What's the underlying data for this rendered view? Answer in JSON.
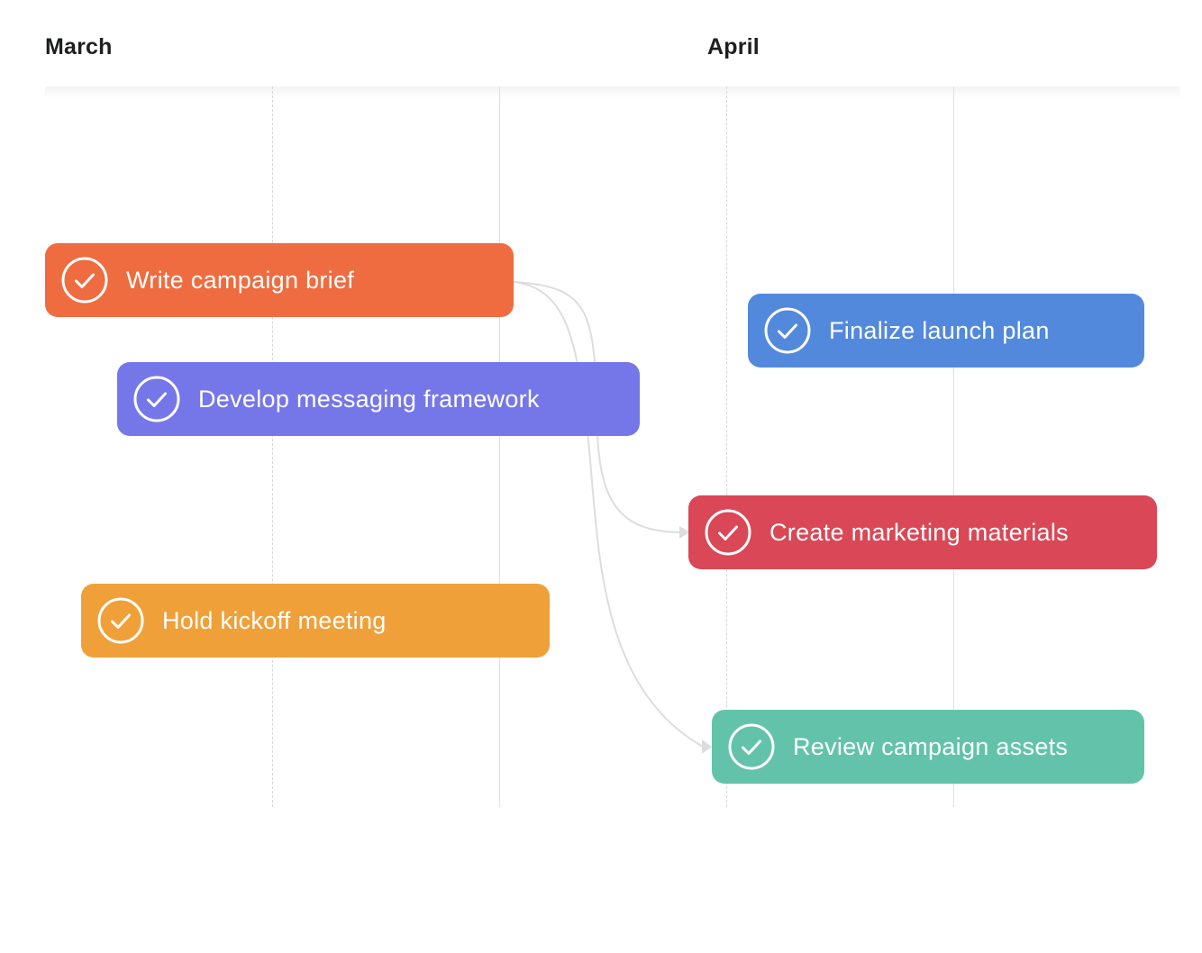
{
  "timeline": {
    "months": [
      {
        "label": "March"
      },
      {
        "label": "April"
      }
    ]
  },
  "tasks": [
    {
      "label": "Write campaign brief",
      "color": "#ee6c3f",
      "icon": "check-circle-icon"
    },
    {
      "label": "Develop messaging framework",
      "color": "#7577e9",
      "icon": "check-circle-icon"
    },
    {
      "label": "Hold kickoff meeting",
      "color": "#f0a038",
      "icon": "check-circle-icon"
    },
    {
      "label": "Finalize launch plan",
      "color": "#5289dc",
      "icon": "check-circle-icon"
    },
    {
      "label": "Create marketing materials",
      "color": "#da4756",
      "icon": "check-circle-icon"
    },
    {
      "label": "Review campaign assets",
      "color": "#62c3aa",
      "icon": "check-circle-icon"
    }
  ],
  "dependencies": [
    {
      "from": "Write campaign brief",
      "to": "Create marketing materials"
    },
    {
      "from": "Write campaign brief",
      "to": "Review campaign assets"
    }
  ]
}
